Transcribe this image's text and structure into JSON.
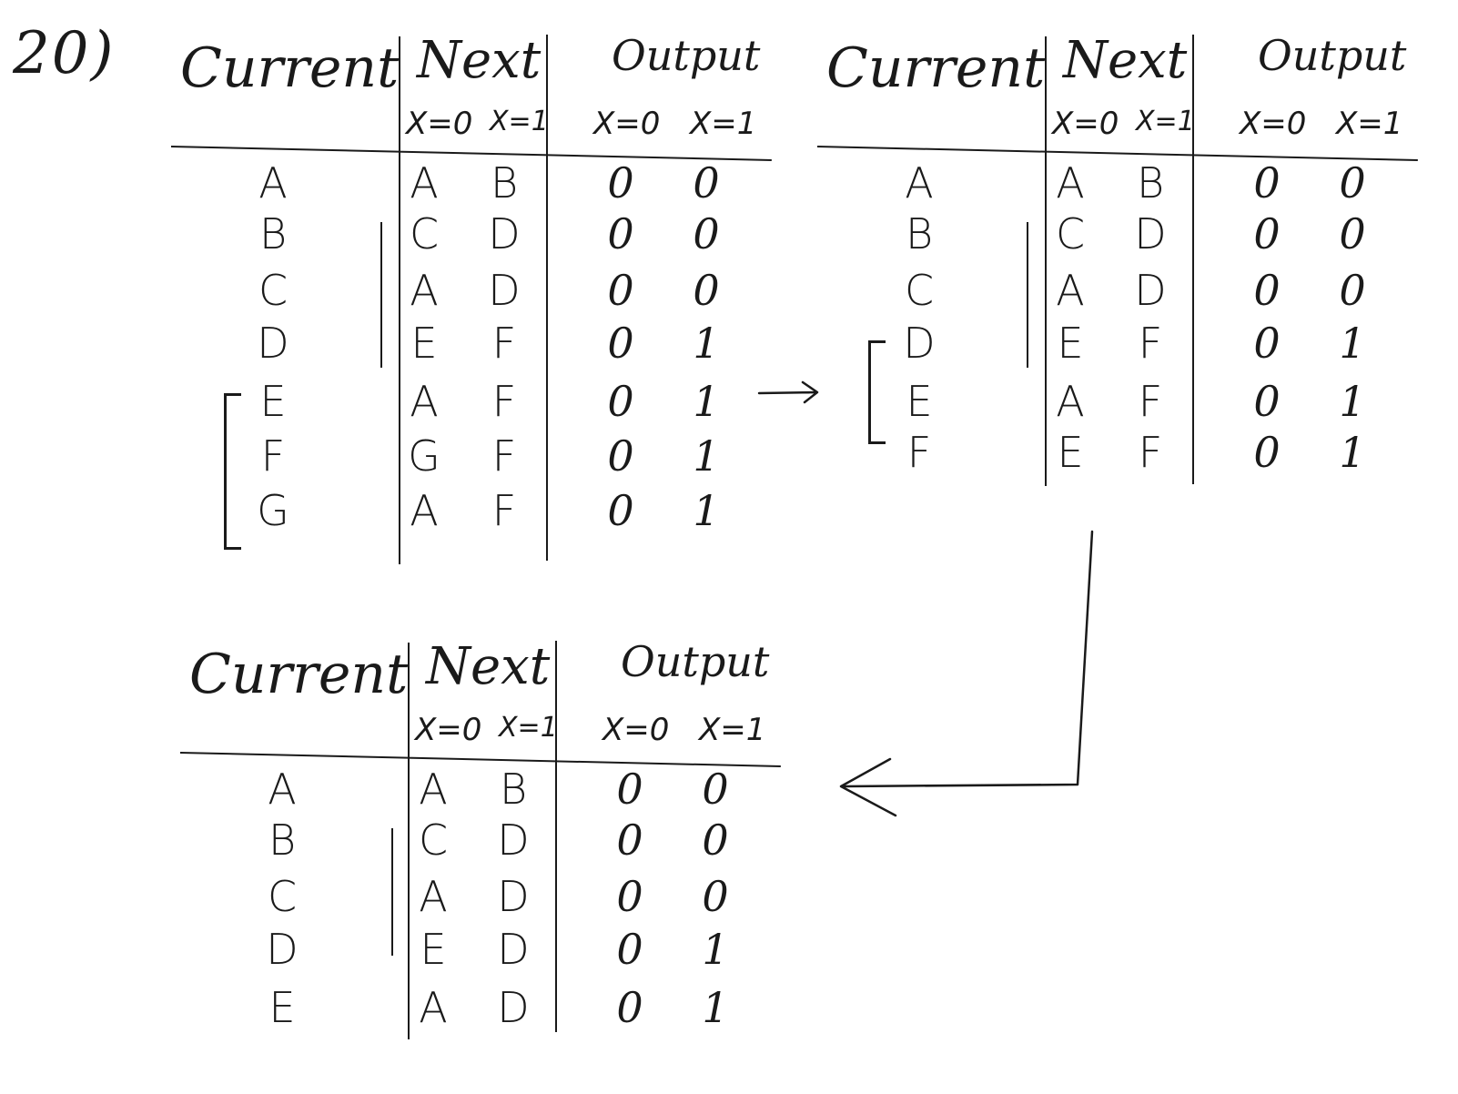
{
  "problem_number": "20)",
  "headers": {
    "current": "Current",
    "next": "Next",
    "output": "Output",
    "x0": "X=0",
    "x1": "X=1"
  },
  "tables": [
    {
      "rows": [
        {
          "cur": "A",
          "n0": "A",
          "n1": "B",
          "o0": "0",
          "o1": "0"
        },
        {
          "cur": "B",
          "n0": "C",
          "n1": "D",
          "o0": "0",
          "o1": "0"
        },
        {
          "cur": "C",
          "n0": "A",
          "n1": "D",
          "o0": "0",
          "o1": "0"
        },
        {
          "cur": "D",
          "n0": "E",
          "n1": "F",
          "o0": "0",
          "o1": "1"
        },
        {
          "cur": "E",
          "n0": "A",
          "n1": "F",
          "o0": "0",
          "o1": "1"
        },
        {
          "cur": "F",
          "n0": "G",
          "n1": "F",
          "o0": "0",
          "o1": "1"
        },
        {
          "cur": "G",
          "n0": "A",
          "n1": "F",
          "o0": "0",
          "o1": "1"
        }
      ]
    },
    {
      "rows": [
        {
          "cur": "A",
          "n0": "A",
          "n1": "B",
          "o0": "0",
          "o1": "0"
        },
        {
          "cur": "B",
          "n0": "C",
          "n1": "D",
          "o0": "0",
          "o1": "0"
        },
        {
          "cur": "C",
          "n0": "A",
          "n1": "D",
          "o0": "0",
          "o1": "0"
        },
        {
          "cur": "D",
          "n0": "E",
          "n1": "F",
          "o0": "0",
          "o1": "1"
        },
        {
          "cur": "E",
          "n0": "A",
          "n1": "F",
          "o0": "0",
          "o1": "1"
        },
        {
          "cur": "F",
          "n0": "E",
          "n1": "F",
          "o0": "0",
          "o1": "1"
        }
      ]
    },
    {
      "rows": [
        {
          "cur": "A",
          "n0": "A",
          "n1": "B",
          "o0": "0",
          "o1": "0"
        },
        {
          "cur": "B",
          "n0": "C",
          "n1": "D",
          "o0": "0",
          "o1": "0"
        },
        {
          "cur": "C",
          "n0": "A",
          "n1": "D",
          "o0": "0",
          "o1": "0"
        },
        {
          "cur": "D",
          "n0": "E",
          "n1": "D",
          "o0": "0",
          "o1": "1"
        },
        {
          "cur": "E",
          "n0": "A",
          "n1": "D",
          "o0": "0",
          "o1": "1"
        }
      ]
    }
  ],
  "ink_color": "#1a1a1a"
}
